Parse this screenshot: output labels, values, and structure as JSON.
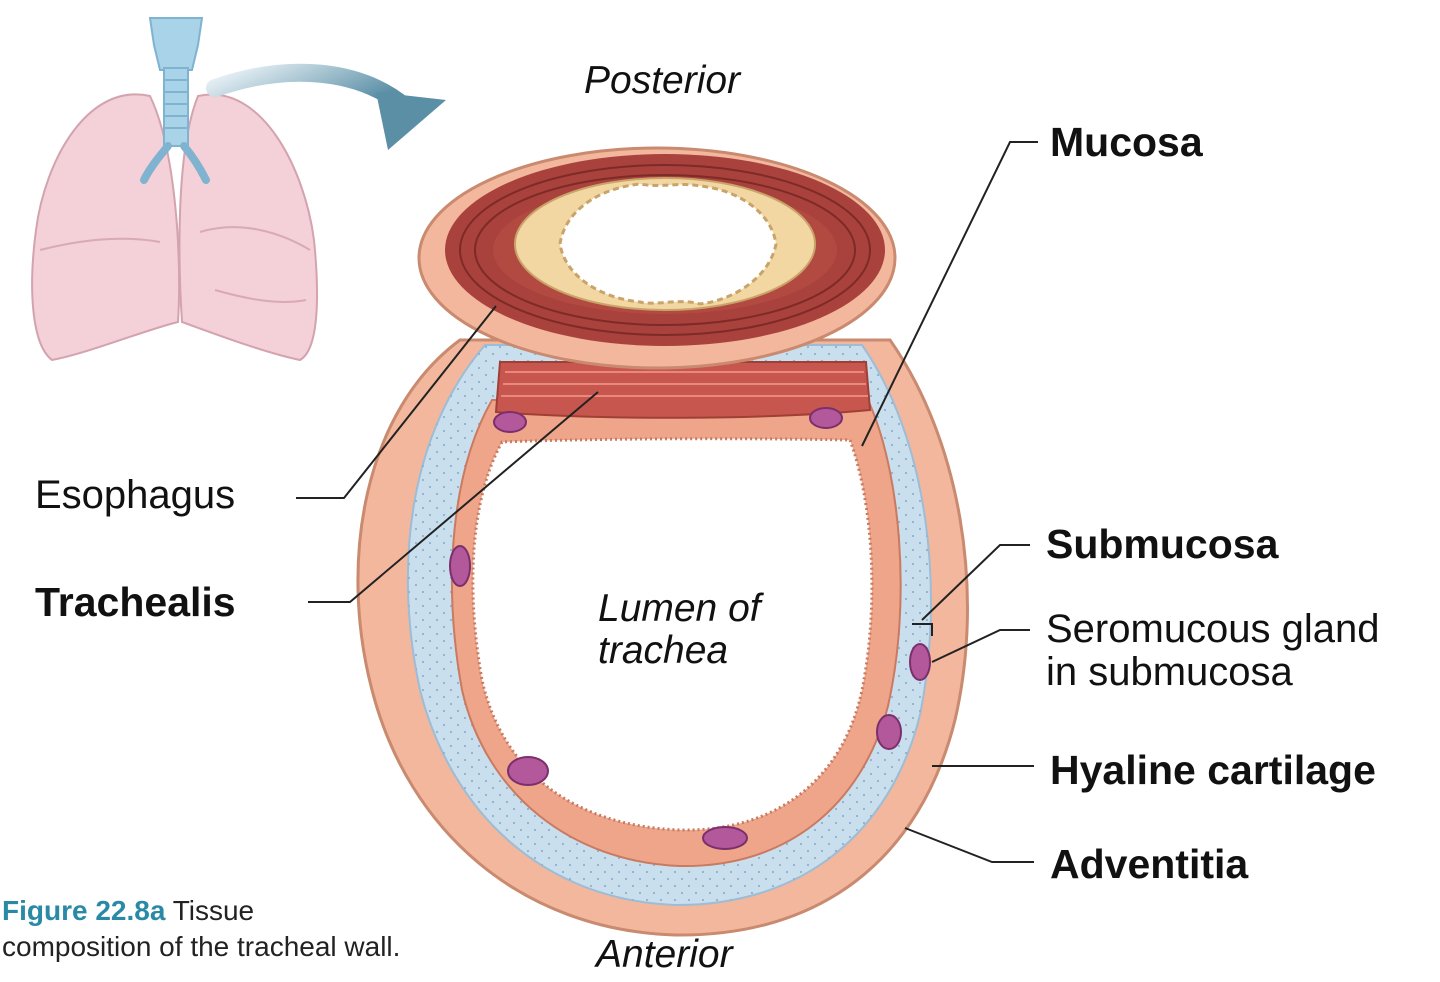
{
  "labels": {
    "posterior": "Posterior",
    "anterior": "Anterior",
    "mucosa": "Mucosa",
    "esophagus": "Esophagus",
    "trachealis": "Trachealis",
    "submucosa": "Submucosa",
    "seromucous_line1": "Seromucous gland",
    "seromucous_line2": "in submucosa",
    "hyaline_cartilage": "Hyaline cartilage",
    "adventitia": "Adventitia",
    "lumen_line1": "Lumen of",
    "lumen_line2": "trachea"
  },
  "caption": {
    "figure_number": "Figure 22.8a",
    "text_line1": "Tissue",
    "text_line2": "composition of the tracheal wall."
  },
  "colors": {
    "adventitia": "#f2b79d",
    "cartilage": "#c9dfee",
    "mucosa": "#eea58a",
    "trachealis": "#c7574e",
    "esophagus_muscle": "#a9423c",
    "esophagus_mucosa": "#f2d7a2",
    "gland": "#b4589c",
    "lung": "#f4d0d8",
    "trachea_icon": "#a9d3e8",
    "caption_accent": "#2a8aa6",
    "arrow": "#5a8fa6"
  }
}
